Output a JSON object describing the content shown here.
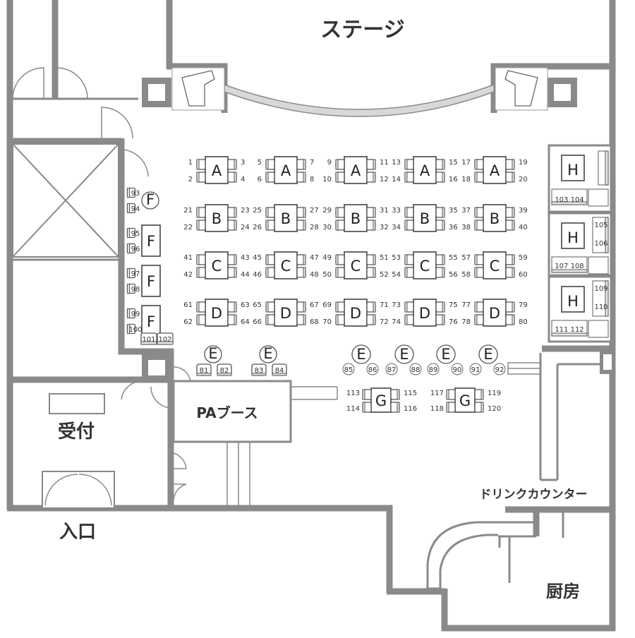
{
  "labels": {
    "stage": "ステージ",
    "reception": "受付",
    "entrance": "入口",
    "pa_booth": "PAブース",
    "drink_counter": "ドリンクカウンター",
    "kitchen": "厨房"
  },
  "table_rows": [
    {
      "letter": "A",
      "first_seat": 1
    },
    {
      "letter": "B",
      "first_seat": 21
    },
    {
      "letter": "C",
      "first_seat": 41
    },
    {
      "letter": "D",
      "first_seat": 61
    }
  ],
  "f_tables": [
    {
      "letter": "F",
      "seats": [
        "93",
        "94"
      ]
    },
    {
      "letter": "F",
      "seats": [
        "95",
        "96"
      ]
    },
    {
      "letter": "F",
      "seats": [
        "97",
        "98"
      ]
    },
    {
      "letter": "F",
      "seats": [
        "99",
        "100"
      ]
    }
  ],
  "f_bottom_seats": [
    "101",
    "102"
  ],
  "e_left": [
    {
      "letter": "E",
      "seats": [
        "81",
        "82"
      ]
    },
    {
      "letter": "E",
      "seats": [
        "83",
        "84"
      ]
    }
  ],
  "e_right": [
    {
      "letter": "E",
      "seats": [
        "85",
        "86"
      ]
    },
    {
      "letter": "E",
      "seats": [
        "87",
        "88"
      ]
    },
    {
      "letter": "E",
      "seats": [
        "89",
        "90"
      ]
    },
    {
      "letter": "E",
      "seats": [
        "91",
        "92"
      ]
    }
  ],
  "g_tables": [
    {
      "letter": "G",
      "seats": [
        "113",
        "114",
        "115",
        "116"
      ]
    },
    {
      "letter": "G",
      "seats": [
        "117",
        "118",
        "119",
        "120"
      ]
    }
  ],
  "h_booths": [
    {
      "letter": "H",
      "seats": [
        "103",
        "104"
      ]
    },
    {
      "letter": "H",
      "seats": [
        "105",
        "106",
        "107",
        "108"
      ]
    },
    {
      "letter": "H",
      "seats": [
        "109",
        "110",
        "111",
        "112"
      ]
    }
  ]
}
